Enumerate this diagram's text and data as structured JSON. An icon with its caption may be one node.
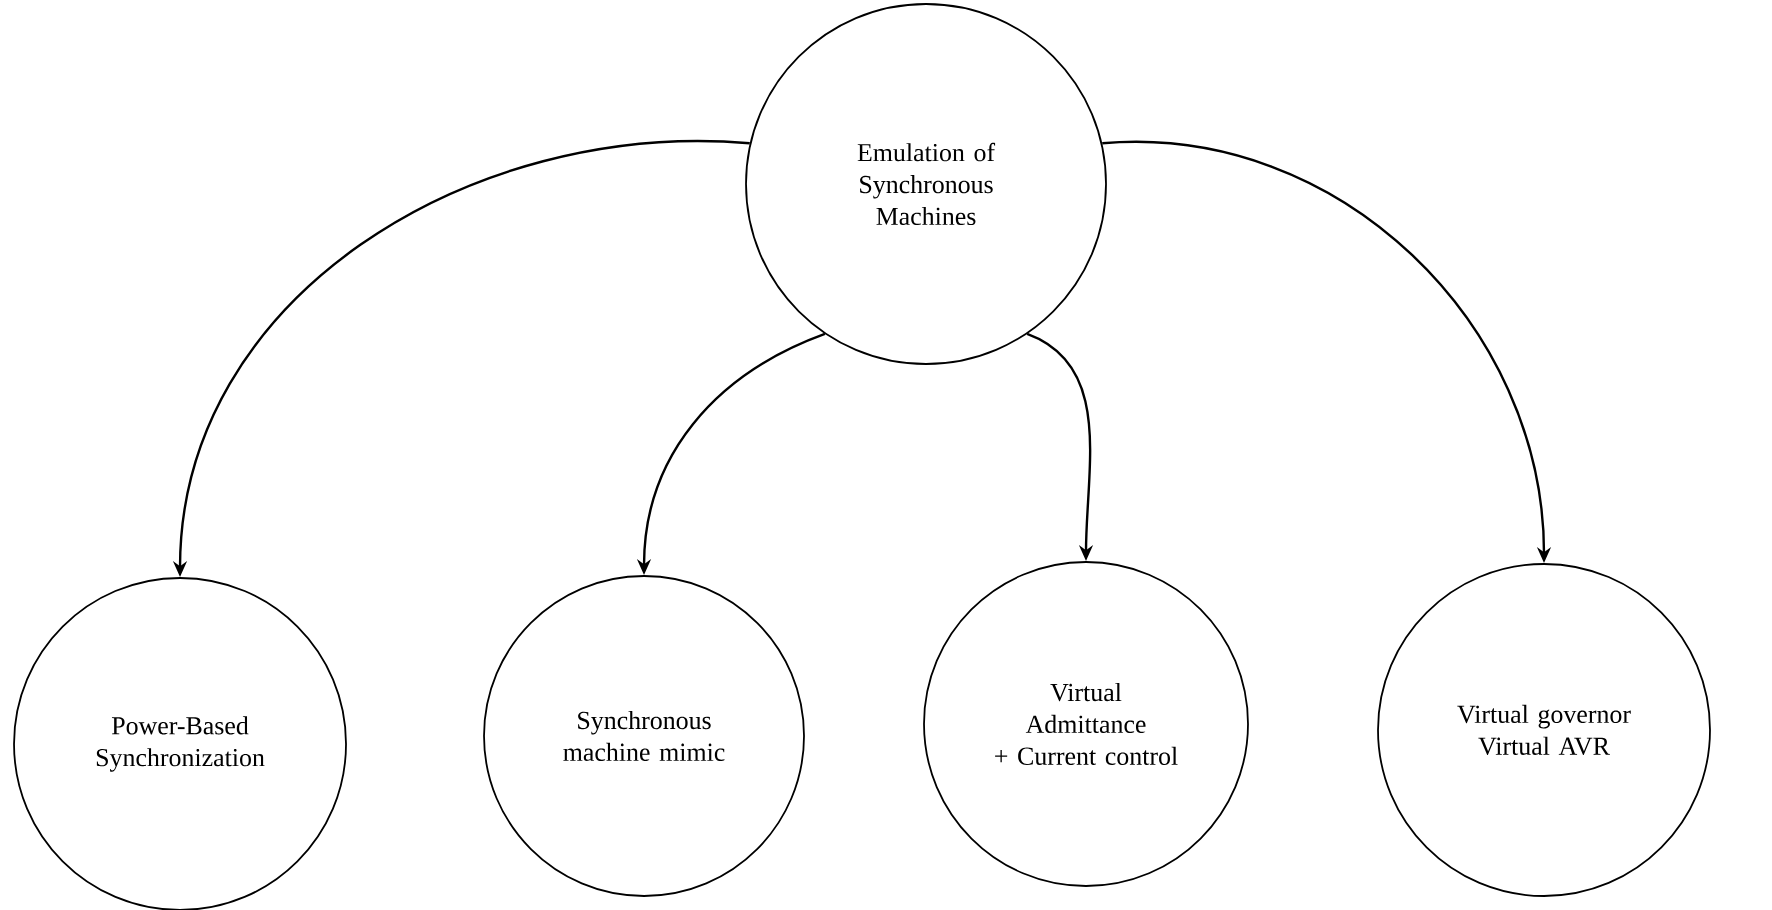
{
  "diagram": {
    "nodes": [
      {
        "text": [
          "Emulation of Synchronous Machines"
        ]
      },
      {
        "text": [
          "Power-Based Synchronization"
        ]
      },
      {
        "text": [
          "Synchronous machine mimic"
        ]
      },
      {
        "text": [
          "Virtual Admittance + Current control"
        ]
      },
      {
        "text": [
          "Virtual governor Virtual AVR"
        ]
      }
    ],
    "edges": [
      {
        "from": 0,
        "to": 1,
        "arrow": "to"
      },
      {
        "from": 0,
        "to": 2,
        "arrow": "to"
      },
      {
        "from": 0,
        "to": 3,
        "arrow": "to"
      },
      {
        "from": 0,
        "to": 4,
        "arrow": "to"
      }
    ]
  }
}
